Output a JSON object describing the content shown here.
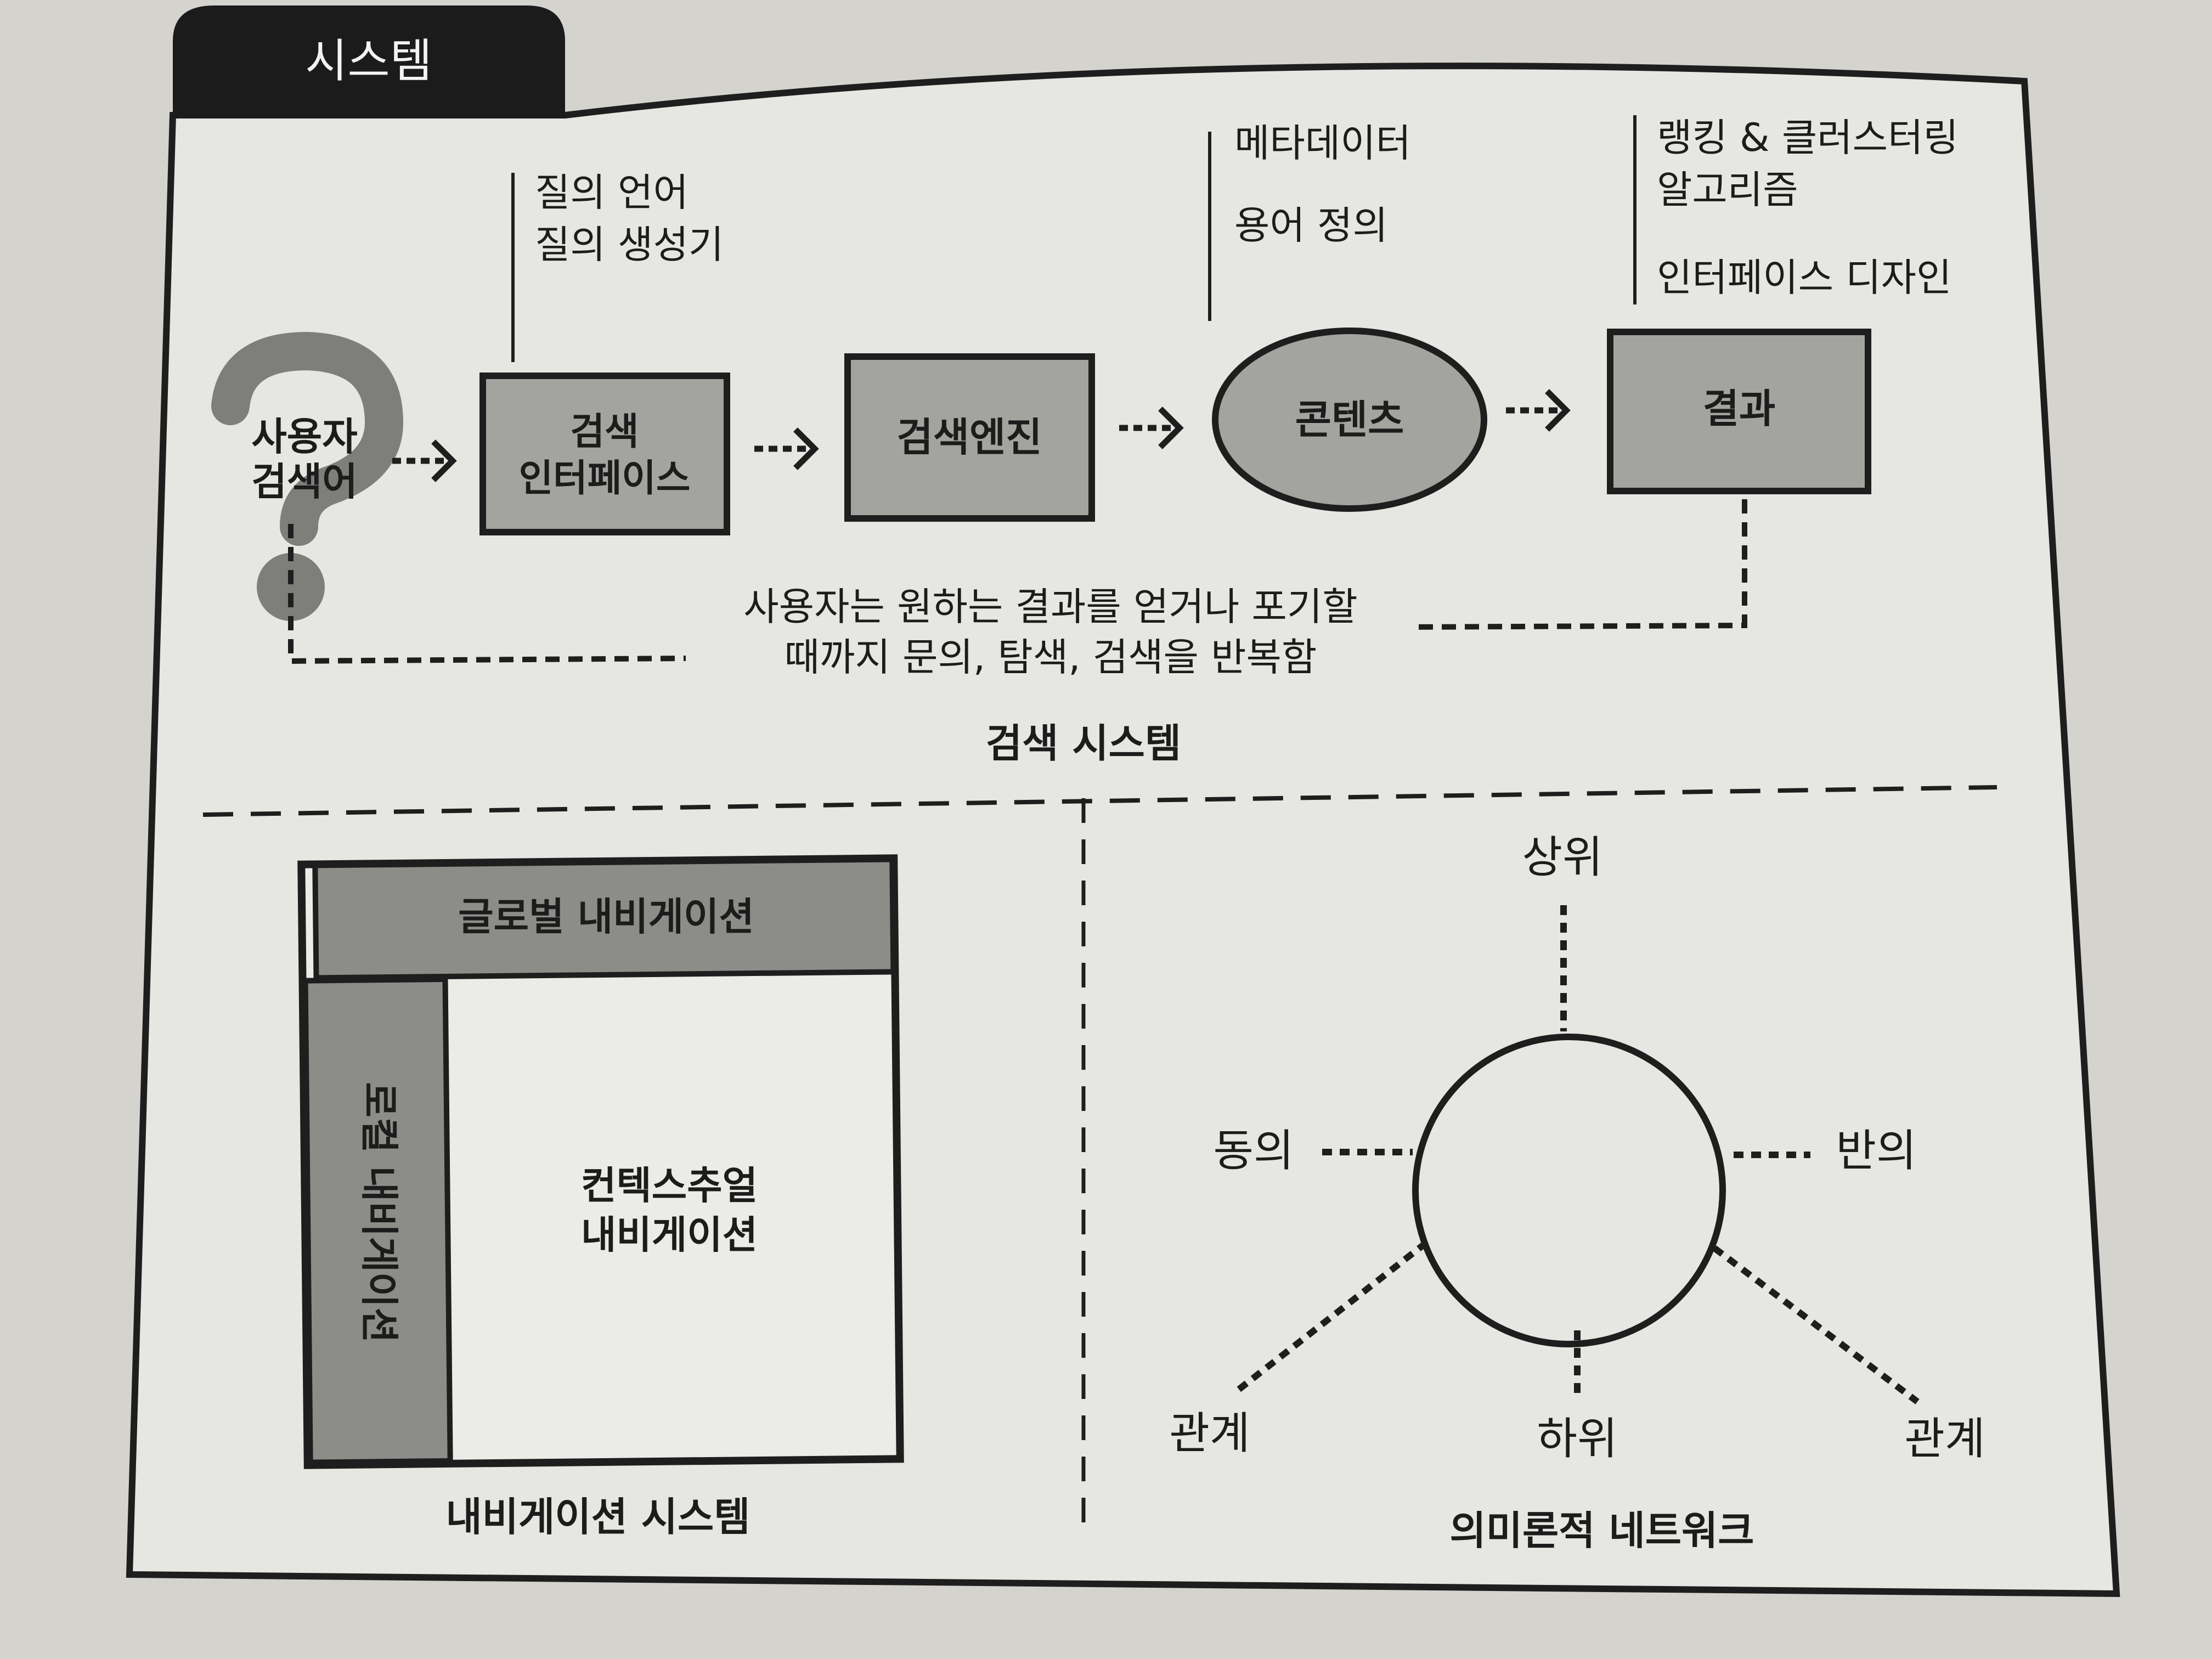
{
  "tab_title": "시스템",
  "search": {
    "annotations": {
      "query": [
        "질의 언어",
        "질의 생성기"
      ],
      "metadata": [
        "메타데이터",
        "용어 정의"
      ],
      "ranking": [
        "랭킹 & 클러스터링",
        "알고리즘",
        "인터페이스 디자인"
      ]
    },
    "user_terms": [
      "사용자",
      "검색어"
    ],
    "nodes": {
      "interface": [
        "검색",
        "인터페이스"
      ],
      "engine": "검색엔진",
      "content": "콘텐츠",
      "results": "결과"
    },
    "loop_text": [
      "사용자는 원하는 결과를 얻거나 포기할",
      "때까지 문의, 탐색, 검색을 반복함"
    ],
    "caption": "검색 시스템"
  },
  "navigation": {
    "global": "글로벌 내비게이션",
    "local": "로컬 내비게이션",
    "contextual": [
      "컨텍스추얼",
      "내비게이션"
    ],
    "caption": "내비게이션 시스템"
  },
  "semantic": {
    "top": "상위",
    "left": "동의",
    "right": "반의",
    "bottom": "하위",
    "bottom_left": "관계",
    "bottom_right": "관계",
    "caption": "의미론적 네트워크"
  },
  "colors": {
    "page": "#d4d3ce",
    "panel": "#e6e6e2",
    "box_fill": "#a3a3a0",
    "dark": "#1e1e1e",
    "tab": "#1b1b1b",
    "tab_text": "#f2f2f2",
    "question_mark": "#7e7e7b"
  }
}
